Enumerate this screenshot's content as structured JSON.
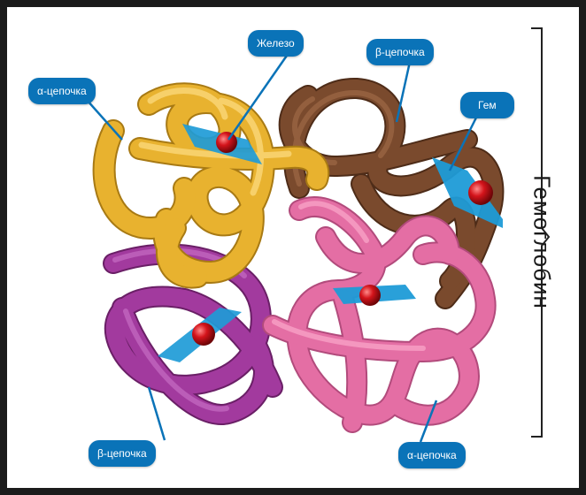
{
  "title": "Гемоглобин",
  "labels": {
    "alpha_top": "α-цепочка",
    "iron": "Железо",
    "beta_top": "β-цепочка",
    "heme": "Гем",
    "beta_bottom": "β-цепочка",
    "alpha_bottom": "α-цепочка"
  },
  "colors": {
    "alpha_top_chain": "#e8b22f",
    "beta_top_chain": "#7a4a2d",
    "beta_bottom_chain": "#a23a9e",
    "alpha_bottom_chain": "#e46ea4",
    "heme_plane": "#1e9bd7",
    "iron_atom": "#d4141b",
    "label_bg": "#0a73b8"
  }
}
